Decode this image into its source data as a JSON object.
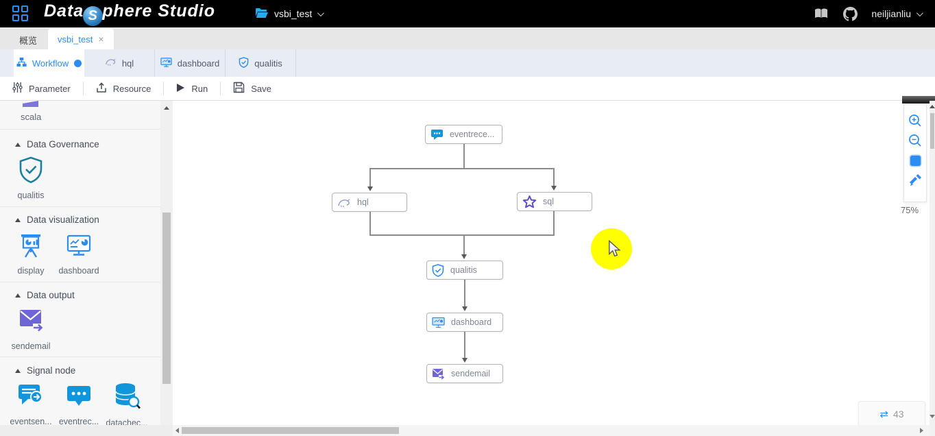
{
  "colors": {
    "accent_blue": "#2d8cf0",
    "bubble_blue": "#1296db",
    "purple": "#6e65d6",
    "teal": "#1d7f9e",
    "header_bg": "#000000",
    "node_border": "#b3b3b3",
    "link_grey": "#8c8c8c",
    "highlight_yellow": "#ffff00"
  },
  "icons": {
    "close": "×",
    "swap": "⇄"
  },
  "header": {
    "logo": {
      "prefix": "Data",
      "sphere": "S",
      "suffix": "phere Studio"
    },
    "project": {
      "name": "vsbi_test"
    },
    "user": {
      "name": "neiljianliu"
    }
  },
  "primary_tabs": [
    {
      "label": "概览"
    },
    {
      "label": "vsbi_test"
    }
  ],
  "secondary_tabs": [
    {
      "label": "Workflow"
    },
    {
      "label": "hql"
    },
    {
      "label": "dashboard"
    },
    {
      "label": "qualitis"
    }
  ],
  "toolbar": {
    "parameter_label": "Parameter",
    "resource_label": "Resource",
    "run_label": "Run",
    "save_label": "Save"
  },
  "sidebar": {
    "partial_item": {
      "label": "scala"
    },
    "sections": [
      {
        "title": "Data Governance",
        "items": [
          {
            "label": "qualitis"
          }
        ]
      },
      {
        "title": "Data visualization",
        "items": [
          {
            "label": "display"
          },
          {
            "label": "dashboard"
          }
        ]
      },
      {
        "title": "Data output",
        "items": [
          {
            "label": "sendemail"
          }
        ]
      },
      {
        "title": "Signal node",
        "items": [
          {
            "label": "eventsen..."
          },
          {
            "label": "eventrec..."
          },
          {
            "label": "datachec..."
          }
        ]
      }
    ]
  },
  "canvas": {
    "nodes": [
      {
        "id": "eventreceiver",
        "label": "eventrece..."
      },
      {
        "id": "hql",
        "label": "hql"
      },
      {
        "id": "sql",
        "label": "sql"
      },
      {
        "id": "qualitis",
        "label": "qualitis"
      },
      {
        "id": "dashboard",
        "label": "dashboard"
      },
      {
        "id": "sendemail",
        "label": "sendemail"
      }
    ],
    "zoom_level": "75%",
    "exchange_count": "43"
  }
}
